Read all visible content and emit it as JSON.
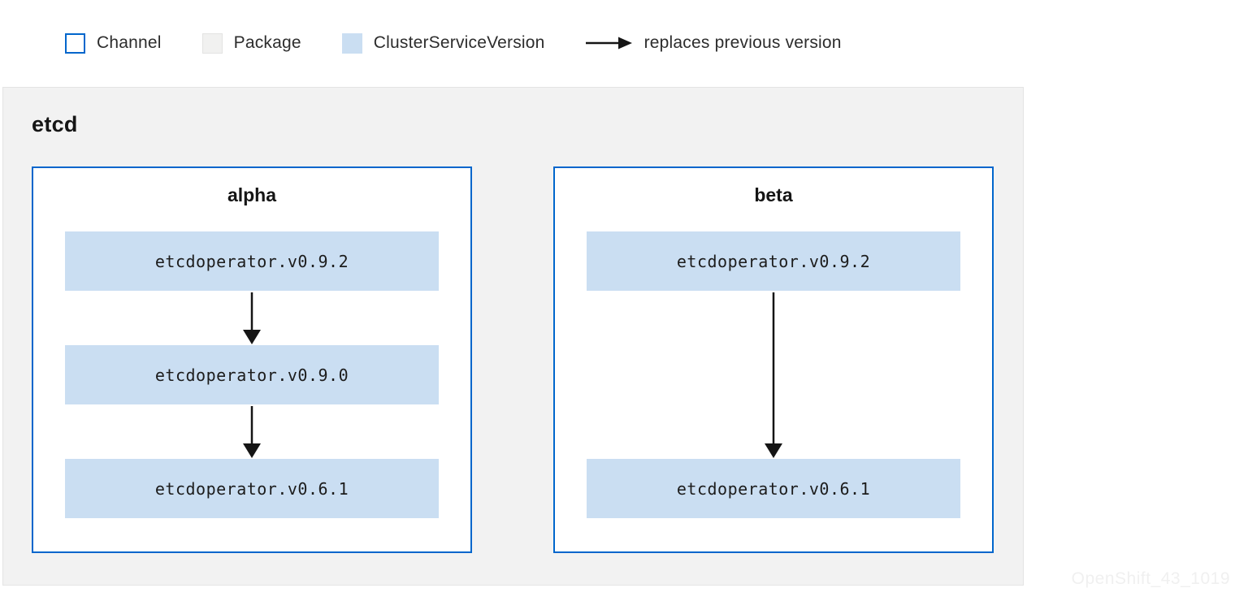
{
  "legend": {
    "items": [
      {
        "id": "channel",
        "label": "Channel"
      },
      {
        "id": "package",
        "label": "Package"
      },
      {
        "id": "csv",
        "label": "ClusterServiceVersion"
      },
      {
        "id": "replaces-arrow",
        "label": "replaces previous version"
      }
    ]
  },
  "package": {
    "name": "etcd",
    "channels": [
      {
        "name": "alpha",
        "csvs": [
          "etcdoperator.v0.9.2",
          "etcdoperator.v0.9.0",
          "etcdoperator.v0.6.1"
        ]
      },
      {
        "name": "beta",
        "csvs": [
          "etcdoperator.v0.9.2",
          "etcdoperator.v0.6.1"
        ]
      }
    ]
  },
  "watermark": "OpenShift_43_1019",
  "colors": {
    "channel_border": "#0066cc",
    "csv_fill": "#cadef2",
    "package_fill": "#f2f2f2",
    "arrow": "#151515"
  }
}
